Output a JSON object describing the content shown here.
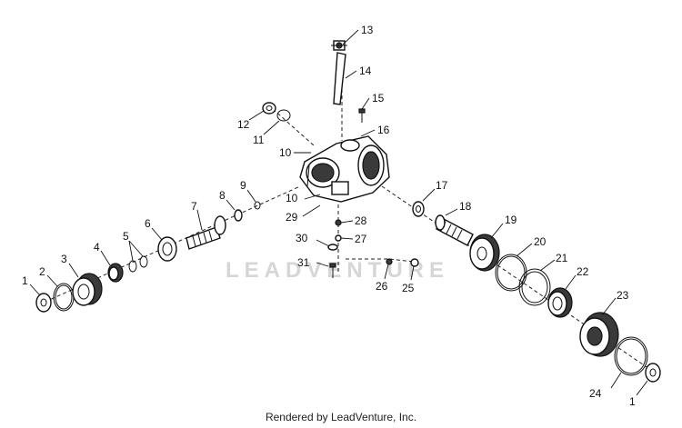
{
  "watermark": "LEADVENTURE",
  "footer": "Rendered by LeadVenture, Inc.",
  "callouts": {
    "c1a": "1",
    "c2": "2",
    "c3": "3",
    "c4": "4",
    "c5": "5",
    "c6": "6",
    "c7": "7",
    "c8": "8",
    "c9": "9",
    "c10a": "10",
    "c10b": "10",
    "c11": "11",
    "c12": "12",
    "c13": "13",
    "c14": "14",
    "c15": "15",
    "c16": "16",
    "c17": "17",
    "c18": "18",
    "c19": "19",
    "c20": "20",
    "c21": "21",
    "c22": "22",
    "c23": "23",
    "c24": "24",
    "c1b": "1",
    "c25": "25",
    "c26": "26",
    "c27": "27",
    "c28": "28",
    "c29": "29",
    "c30": "30",
    "c31": "31"
  }
}
